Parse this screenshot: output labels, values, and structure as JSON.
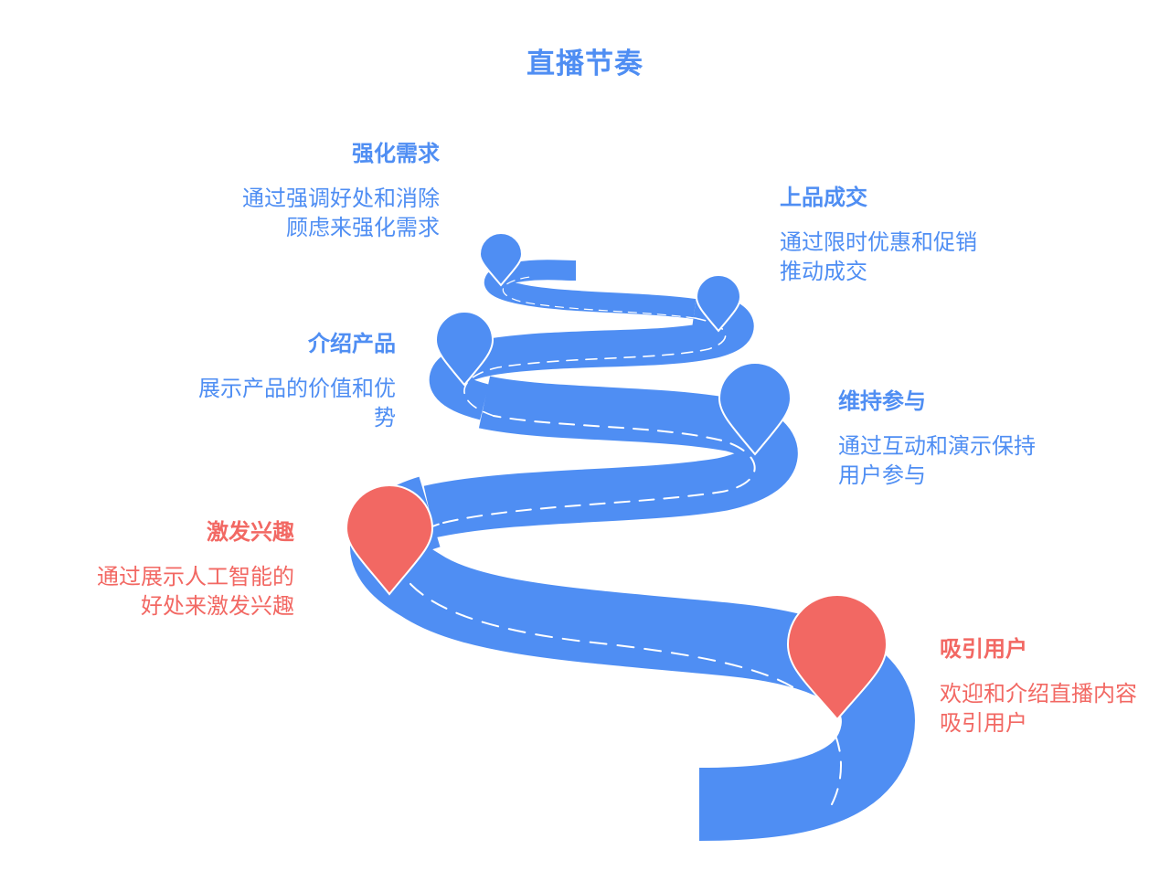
{
  "title": "直播节奏",
  "colors": {
    "road": "#4f8ef3",
    "marker_blue": "#4f8ef3",
    "marker_red": "#f26863",
    "lane_dash": "#ffffff"
  },
  "steps": [
    {
      "id": "step-1",
      "title": "吸引用户",
      "desc": "欢迎和介绍直播内容\n吸引用户",
      "color": "red"
    },
    {
      "id": "step-2",
      "title": "激发兴趣",
      "desc": "通过展示人工智能的\n好处来激发兴趣",
      "color": "red"
    },
    {
      "id": "step-3",
      "title": "维持参与",
      "desc": "通过互动和演示保持\n用户参与",
      "color": "blue"
    },
    {
      "id": "step-4",
      "title": "介绍产品",
      "desc": "展示产品的价值和优\n势",
      "color": "blue"
    },
    {
      "id": "step-5",
      "title": "上品成交",
      "desc": "通过限时优惠和促销\n推动成交",
      "color": "blue"
    },
    {
      "id": "step-6",
      "title": "强化需求",
      "desc": "通过强调好处和消除\n顾虑来强化需求",
      "color": "blue"
    }
  ]
}
